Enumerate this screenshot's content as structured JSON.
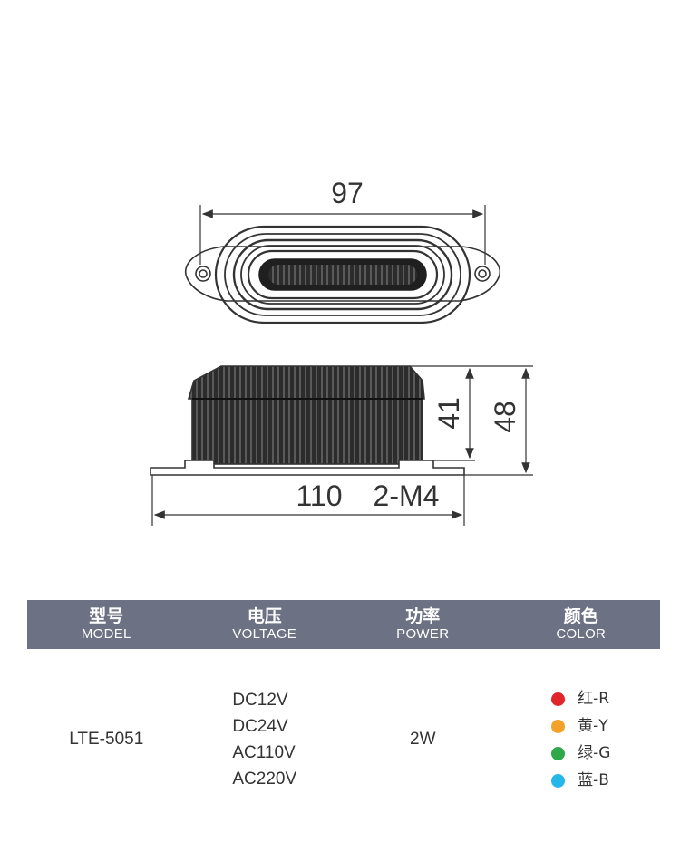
{
  "drawing": {
    "top_dimension": "97",
    "height_inner": "41",
    "height_outer": "48",
    "base_length": "110",
    "mount_label": "2-M4"
  },
  "table": {
    "headers": [
      {
        "zh": "型号",
        "en": "MODEL"
      },
      {
        "zh": "电压",
        "en": "VOLTAGE"
      },
      {
        "zh": "功率",
        "en": "POWER"
      },
      {
        "zh": "颜色",
        "en": "COLOR"
      }
    ],
    "model": "LTE-5051",
    "voltages": [
      "DC12V",
      "DC24V",
      "AC110V",
      "AC220V"
    ],
    "power": "2W",
    "colors": [
      {
        "label": "红-R",
        "color": "#e0262b"
      },
      {
        "label": "黄-Y",
        "color": "#f2a22b"
      },
      {
        "label": "绿-G",
        "color": "#2fa84a"
      },
      {
        "label": "蓝-B",
        "color": "#27b6e8"
      }
    ]
  }
}
